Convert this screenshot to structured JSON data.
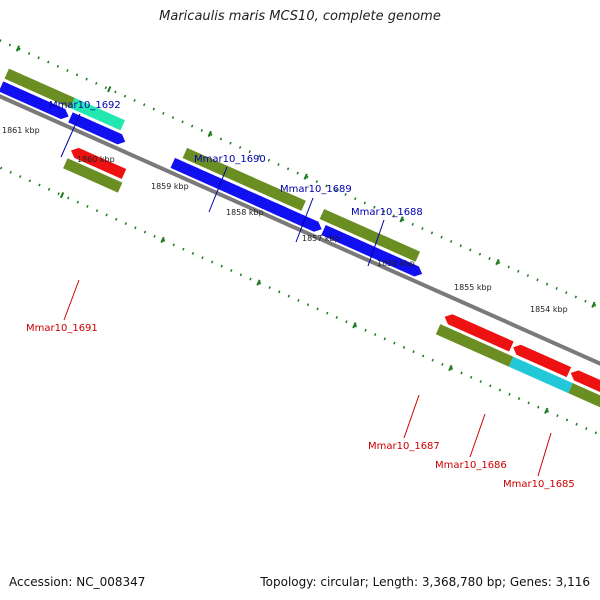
{
  "title": "Maricaulis maris MCS10, complete genome",
  "accession": "Accession: NC_008347",
  "stats": "Topology: circular; Length: 3,368,780 bp; Genes: 3,116",
  "colors": {
    "backbone": "#7a7a7a",
    "tick": "#1d7a1d",
    "gene_green": "#6b8e23",
    "gene_blue": "#1010f0",
    "gene_red": "#ee1111",
    "gene_teal": "#22e8b0",
    "gene_cyan": "#22c8d8",
    "label_forward": "#0000aa",
    "label_reverse": "#cc0000"
  },
  "kbp_labels": [
    "1861 kbp",
    "1860 kbp",
    "1859 kbp",
    "1858 kbp",
    "1857 kbp",
    "1856 kbp",
    "1855 kbp",
    "1854 kbp"
  ],
  "gene_labels": {
    "mmar10_1692": "Mmar10_1692",
    "mmar10_1690": "Mmar10_1690",
    "mmar10_1689": "Mmar10_1689",
    "mmar10_1688": "Mmar10_1688",
    "mmar10_1691": "Mmar10_1691",
    "mmar10_1687": "Mmar10_1687",
    "mmar10_1686": "Mmar10_1686",
    "mmar10_1685": "Mmar10_1685"
  }
}
